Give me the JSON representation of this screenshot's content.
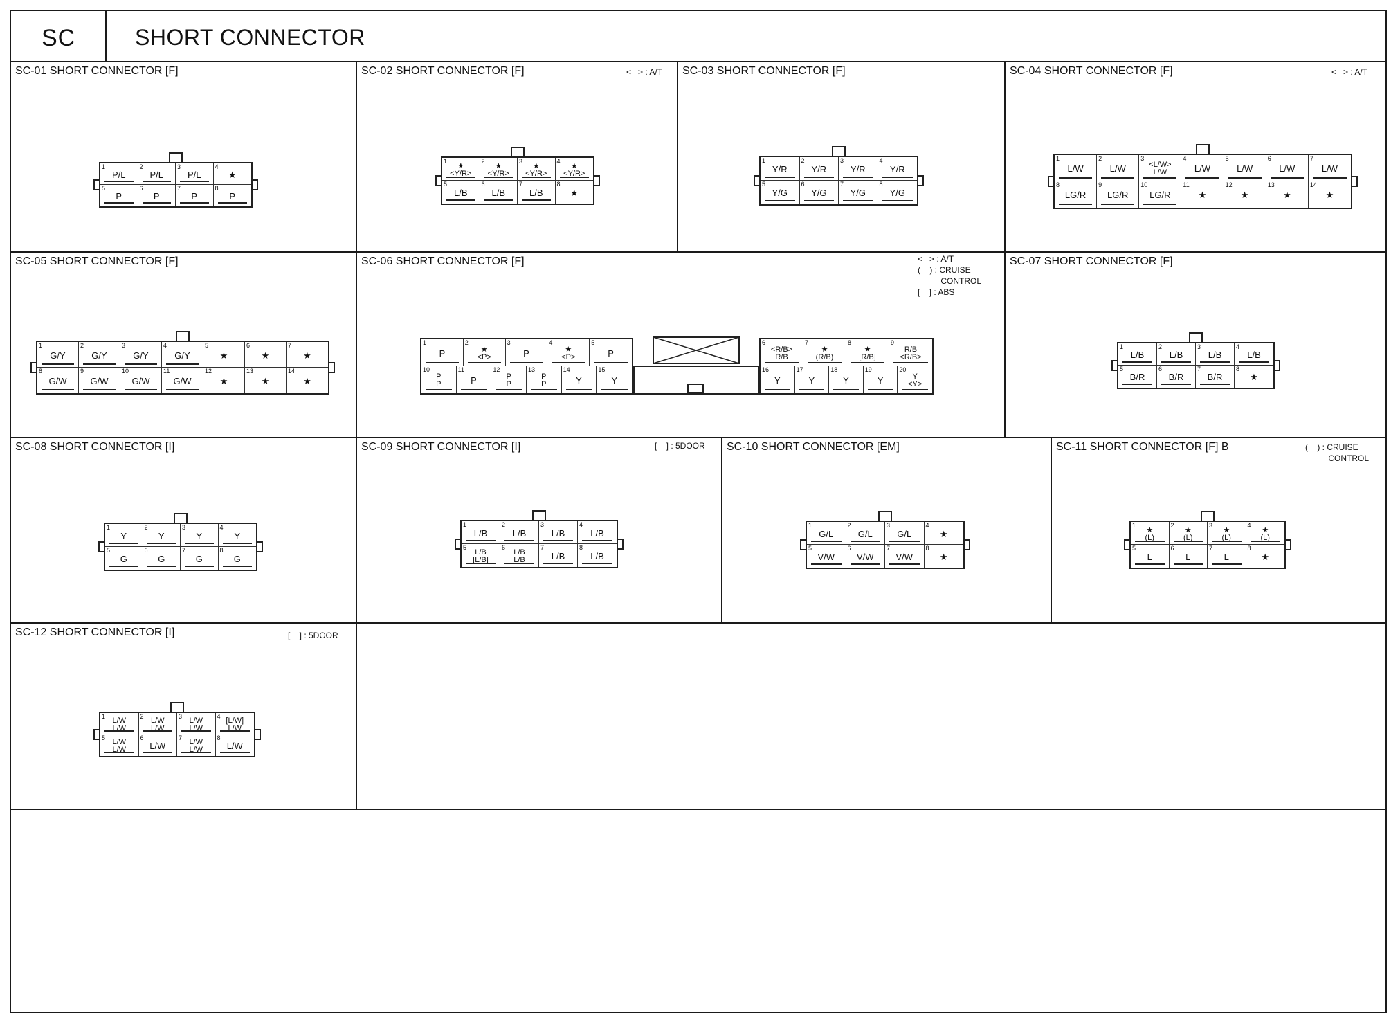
{
  "header": {
    "code": "SC",
    "title": "SHORT CONNECTOR"
  },
  "panels": [
    {
      "id": "SC-01",
      "title": "SC-01 SHORT CONNECTOR [F]",
      "legend": "",
      "connector": {
        "cols": 4,
        "rows": [
          [
            {
              "pin": "1",
              "wire": "P/L"
            },
            {
              "pin": "2",
              "wire": "P/L"
            },
            {
              "pin": "3",
              "wire": "P/L"
            },
            {
              "pin": "4",
              "wire": "★"
            }
          ],
          [
            {
              "pin": "5",
              "wire": "P"
            },
            {
              "pin": "6",
              "wire": "P"
            },
            {
              "pin": "7",
              "wire": "P"
            },
            {
              "pin": "8",
              "wire": "P"
            }
          ]
        ]
      }
    },
    {
      "id": "SC-02",
      "title": "SC-02 SHORT CONNECTOR [F]",
      "legend": "<   > : A/T",
      "connector": {
        "cols": 4,
        "rows": [
          [
            {
              "pin": "1",
              "wire": "★\n<Y/R>"
            },
            {
              "pin": "2",
              "wire": "★\n<Y/R>"
            },
            {
              "pin": "3",
              "wire": "★\n<Y/R>"
            },
            {
              "pin": "4",
              "wire": "★\n<Y/R>"
            }
          ],
          [
            {
              "pin": "5",
              "wire": "L/B"
            },
            {
              "pin": "6",
              "wire": "L/B"
            },
            {
              "pin": "7",
              "wire": "L/B"
            },
            {
              "pin": "8",
              "wire": "★"
            }
          ]
        ]
      }
    },
    {
      "id": "SC-03",
      "title": "SC-03 SHORT CONNECTOR [F]",
      "legend": "",
      "connector": {
        "cols": 4,
        "rows": [
          [
            {
              "pin": "1",
              "wire": "Y/R"
            },
            {
              "pin": "2",
              "wire": "Y/R"
            },
            {
              "pin": "3",
              "wire": "Y/R"
            },
            {
              "pin": "4",
              "wire": "Y/R"
            }
          ],
          [
            {
              "pin": "5",
              "wire": "Y/G"
            },
            {
              "pin": "6",
              "wire": "Y/G"
            },
            {
              "pin": "7",
              "wire": "Y/G"
            },
            {
              "pin": "8",
              "wire": "Y/G"
            }
          ]
        ]
      }
    },
    {
      "id": "SC-04",
      "title": "SC-04 SHORT CONNECTOR [F]",
      "legend": "<   > : A/T",
      "connector": {
        "cols": 7,
        "rows": [
          [
            {
              "pin": "1",
              "wire": "L/W"
            },
            {
              "pin": "2",
              "wire": "L/W"
            },
            {
              "pin": "3",
              "wire": "<L/W>\nL/W"
            },
            {
              "pin": "4",
              "wire": "L/W"
            },
            {
              "pin": "5",
              "wire": "L/W"
            },
            {
              "pin": "6",
              "wire": "L/W"
            },
            {
              "pin": "7",
              "wire": "L/W"
            }
          ],
          [
            {
              "pin": "8",
              "wire": "LG/R"
            },
            {
              "pin": "9",
              "wire": "LG/R"
            },
            {
              "pin": "10",
              "wire": "LG/R"
            },
            {
              "pin": "11",
              "wire": "★"
            },
            {
              "pin": "12",
              "wire": "★"
            },
            {
              "pin": "13",
              "wire": "★"
            },
            {
              "pin": "14",
              "wire": "★"
            }
          ]
        ]
      }
    },
    {
      "id": "SC-05",
      "title": "SC-05 SHORT CONNECTOR [F]",
      "legend": "",
      "connector": {
        "cols": 7,
        "rows": [
          [
            {
              "pin": "1",
              "wire": "G/Y"
            },
            {
              "pin": "2",
              "wire": "G/Y"
            },
            {
              "pin": "3",
              "wire": "G/Y"
            },
            {
              "pin": "4",
              "wire": "G/Y"
            },
            {
              "pin": "5",
              "wire": "★"
            },
            {
              "pin": "6",
              "wire": "★"
            },
            {
              "pin": "7",
              "wire": "★"
            }
          ],
          [
            {
              "pin": "8",
              "wire": "G/W"
            },
            {
              "pin": "9",
              "wire": "G/W"
            },
            {
              "pin": "10",
              "wire": "G/W"
            },
            {
              "pin": "11",
              "wire": "G/W"
            },
            {
              "pin": "12",
              "wire": "★"
            },
            {
              "pin": "13",
              "wire": "★"
            },
            {
              "pin": "14",
              "wire": "★"
            }
          ]
        ]
      }
    },
    {
      "id": "SC-06",
      "title": "SC-06 SHORT CONNECTOR [F]",
      "legend": "<   > : A/T\n(    ) : CRUISE\n          CONTROL\n[    ] : ABS",
      "connector_left": {
        "top": [
          {
            "pin": "1",
            "wire": "P"
          },
          {
            "pin": "2",
            "wire": "★\n<P>"
          },
          {
            "pin": "3",
            "wire": "P"
          },
          {
            "pin": "4",
            "wire": "★\n<P>"
          },
          {
            "pin": "5",
            "wire": "P"
          }
        ],
        "bottom": [
          {
            "pin": "10",
            "wire": "P\nP"
          },
          {
            "pin": "11",
            "wire": "P"
          },
          {
            "pin": "12",
            "wire": "P\nP"
          },
          {
            "pin": "13",
            "wire": "P\nP"
          },
          {
            "pin": "14",
            "wire": "Y"
          },
          {
            "pin": "15",
            "wire": "Y"
          }
        ]
      },
      "connector_right": {
        "top": [
          {
            "pin": "6",
            "wire": "<R/B>\nR/B"
          },
          {
            "pin": "7",
            "wire": "★\n(R/B)"
          },
          {
            "pin": "8",
            "wire": "★\n[R/B]"
          },
          {
            "pin": "9",
            "wire": "R/B\n<R/B>"
          }
        ],
        "bottom": [
          {
            "pin": "16",
            "wire": "Y"
          },
          {
            "pin": "17",
            "wire": "Y"
          },
          {
            "pin": "18",
            "wire": "Y"
          },
          {
            "pin": "19",
            "wire": "Y"
          },
          {
            "pin": "20",
            "wire": "Y\n<Y>"
          }
        ]
      }
    },
    {
      "id": "SC-07",
      "title": "SC-07 SHORT CONNECTOR [F]",
      "legend": "",
      "connector": {
        "cols": 4,
        "rows": [
          [
            {
              "pin": "1",
              "wire": "L/B"
            },
            {
              "pin": "2",
              "wire": "L/B"
            },
            {
              "pin": "3",
              "wire": "L/B"
            },
            {
              "pin": "4",
              "wire": "L/B"
            }
          ],
          [
            {
              "pin": "5",
              "wire": "B/R"
            },
            {
              "pin": "6",
              "wire": "B/R"
            },
            {
              "pin": "7",
              "wire": "B/R"
            },
            {
              "pin": "8",
              "wire": "★"
            }
          ]
        ]
      }
    },
    {
      "id": "SC-08",
      "title": "SC-08 SHORT CONNECTOR [I]",
      "legend": "",
      "connector": {
        "cols": 4,
        "rows": [
          [
            {
              "pin": "1",
              "wire": "Y"
            },
            {
              "pin": "2",
              "wire": "Y"
            },
            {
              "pin": "3",
              "wire": "Y"
            },
            {
              "pin": "4",
              "wire": "Y"
            }
          ],
          [
            {
              "pin": "5",
              "wire": "G"
            },
            {
              "pin": "6",
              "wire": "G"
            },
            {
              "pin": "7",
              "wire": "G"
            },
            {
              "pin": "8",
              "wire": "G"
            }
          ]
        ]
      }
    },
    {
      "id": "SC-09",
      "title": "SC-09 SHORT CONNECTOR [I]",
      "legend": "[    ] : 5DOOR",
      "connector": {
        "cols": 4,
        "rows": [
          [
            {
              "pin": "1",
              "wire": "L/B"
            },
            {
              "pin": "2",
              "wire": "L/B"
            },
            {
              "pin": "3",
              "wire": "L/B"
            },
            {
              "pin": "4",
              "wire": "L/B"
            }
          ],
          [
            {
              "pin": "5",
              "wire": "L/B\n[L/B]"
            },
            {
              "pin": "6",
              "wire": "L/B\nL/B"
            },
            {
              "pin": "7",
              "wire": "L/B"
            },
            {
              "pin": "8",
              "wire": "L/B"
            }
          ]
        ]
      }
    },
    {
      "id": "SC-10",
      "title": "SC-10 SHORT CONNECTOR [EM]",
      "legend": "",
      "connector": {
        "cols": 4,
        "rows": [
          [
            {
              "pin": "1",
              "wire": "G/L"
            },
            {
              "pin": "2",
              "wire": "G/L"
            },
            {
              "pin": "3",
              "wire": "G/L"
            },
            {
              "pin": "4",
              "wire": "★"
            }
          ],
          [
            {
              "pin": "5",
              "wire": "V/W"
            },
            {
              "pin": "6",
              "wire": "V/W"
            },
            {
              "pin": "7",
              "wire": "V/W"
            },
            {
              "pin": "8",
              "wire": "★"
            }
          ]
        ]
      }
    },
    {
      "id": "SC-11",
      "title": "SC-11 SHORT CONNECTOR [F] B",
      "legend": "(    ) : CRUISE\n          CONTROL",
      "connector": {
        "cols": 4,
        "rows": [
          [
            {
              "pin": "1",
              "wire": "★\n(L)"
            },
            {
              "pin": "2",
              "wire": "★\n(L)"
            },
            {
              "pin": "3",
              "wire": "★\n(L)"
            },
            {
              "pin": "4",
              "wire": "★\n(L)"
            }
          ],
          [
            {
              "pin": "5",
              "wire": "L"
            },
            {
              "pin": "6",
              "wire": "L"
            },
            {
              "pin": "7",
              "wire": "L"
            },
            {
              "pin": "8",
              "wire": "★"
            }
          ]
        ]
      }
    },
    {
      "id": "SC-12",
      "title": "SC-12 SHORT CONNECTOR [I]",
      "legend": "[    ] : 5DOOR",
      "connector": {
        "cols": 4,
        "rows": [
          [
            {
              "pin": "1",
              "wire": "L/W\nL/W"
            },
            {
              "pin": "2",
              "wire": "L/W\nL/W"
            },
            {
              "pin": "3",
              "wire": "L/W\nL/W"
            },
            {
              "pin": "4",
              "wire": "[L/W]\nL/W"
            }
          ],
          [
            {
              "pin": "5",
              "wire": "L/W\nL/W"
            },
            {
              "pin": "6",
              "wire": "L/W"
            },
            {
              "pin": "7",
              "wire": "L/W\nL/W"
            },
            {
              "pin": "8",
              "wire": "L/W"
            }
          ]
        ]
      }
    }
  ]
}
